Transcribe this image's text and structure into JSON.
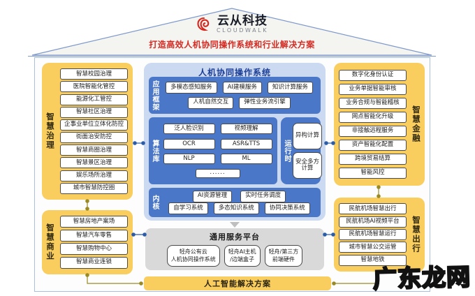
{
  "header": {
    "brand_cn": "云从科技",
    "brand_en": "CLOUDWALK",
    "slogan": "打造高效人机协同操作系统和行业解决方案"
  },
  "sectors": {
    "governance": {
      "label": "智慧治理",
      "items": [
        "智慧校园治理",
        "医院智能化管控",
        "能源化工管控",
        "智慧社区治理",
        "企事业单位立体化防控",
        "街面治安防控",
        "智慧商圈治理",
        "智慧景区治理",
        "娱乐场所治理",
        "城市智慧防控圈"
      ]
    },
    "business": {
      "label": "智慧商业",
      "items": [
        "智慧房地产案场",
        "智慧汽车零售",
        "智慧购物中心",
        "智慧商业连锁"
      ]
    },
    "finance": {
      "label": "智慧金融",
      "items": [
        "数字化身份认证",
        "业务单据智能审核",
        "业务合规与智能稽核",
        "网点智能化升级",
        "非接触远程服务",
        "资产智能化配置",
        "跨境贸易结算",
        "智能风控"
      ]
    },
    "mobility": {
      "label": "智慧出行",
      "items": [
        "民航机场智慧出行",
        "民航机场AI视频平台",
        "民航机场智慧运行",
        "城市智慧公交运管",
        "智慧地铁"
      ]
    }
  },
  "center": {
    "title": "人机协同操作系统",
    "app_framework": {
      "label": "应用框架",
      "row1": [
        "多模态感知服务",
        "AI建模服务",
        "知识计算服务"
      ],
      "row2": [
        "人机自然交互",
        "弹性业务流引擎"
      ]
    },
    "algorithm_lib": {
      "label": "算法库",
      "rows": [
        [
          "泛人脸识别",
          "视频理解"
        ],
        [
          "OCR",
          "ASR&TTS"
        ],
        [
          "NLP",
          "ML"
        ]
      ],
      "more": "......"
    },
    "runtime": {
      "label": "运行时",
      "items": [
        "异构计算",
        "安全多方计算"
      ]
    },
    "kernel": {
      "label": "内核",
      "row1": [
        "AI资源管理",
        "实时任务调度"
      ],
      "row2": [
        "自学习系统",
        "多态知识系统",
        "协同决策系统"
      ]
    },
    "platform": {
      "title": "通用服务平台",
      "items": [
        {
          "line1": "轻舟公有云",
          "line2": "人机协同操作系统"
        },
        {
          "line1": "轻舟AI主机",
          "line2": "/边端盒子"
        },
        {
          "line1": "轻舟/第三方",
          "line2": "前端硬件"
        }
      ]
    },
    "solutions_bar": "人工智能解决方案"
  },
  "watermark": {
    "text": "广东龙网"
  },
  "colors": {
    "yellow": "#F9CE5F",
    "blue": "#4A77C8",
    "light_blue": "#CBD9F1",
    "panel_gray": "#D9D9D9",
    "red": "#D42B23",
    "title_blue": "#1D3F96",
    "connector_blue": "#2B5CA8",
    "connector_olive": "#9A8A25"
  }
}
